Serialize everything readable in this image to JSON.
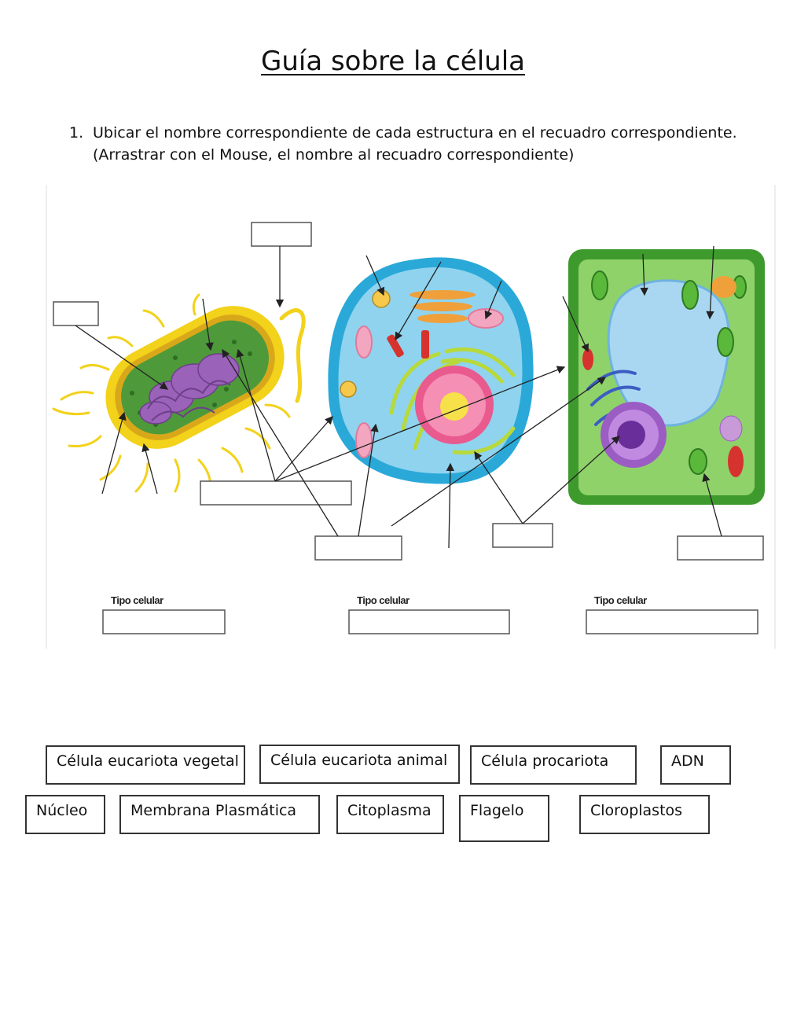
{
  "page": {
    "title": "Guía sobre la célula",
    "instruction": {
      "number": "1.",
      "line1": "Ubicar el nombre correspondiente de cada estructura en el recuadro correspondiente.",
      "line2": "(Arrastrar con el Mouse, el nombre al recuadro correspondiente)"
    }
  },
  "diagram": {
    "cell_type_labels": [
      "Tipo celular",
      "Tipo celular",
      "Tipo celular"
    ]
  },
  "word_bank": [
    {
      "id": "vegetal",
      "label": "Célula eucariota vegetal"
    },
    {
      "id": "animal",
      "label": "Célula eucariota animal"
    },
    {
      "id": "procariota",
      "label": "Célula procariota"
    },
    {
      "id": "adn",
      "label": "ADN"
    },
    {
      "id": "nucleo",
      "label": "Núcleo"
    },
    {
      "id": "membrana",
      "label": "Membrana Plasmática"
    },
    {
      "id": "citoplasma",
      "label": "Citoplasma"
    },
    {
      "id": "flagelo",
      "label": "Flagelo"
    },
    {
      "id": "cloroplastos",
      "label": "Cloroplastos"
    }
  ],
  "colors": {
    "bacteria_capsule": "#f2d21b",
    "bacteria_inner": "#4e9a3a",
    "dna": "#9a62b8",
    "animal_membrane": "#2aa9d8",
    "animal_cytoplasm": "#8fd3ef",
    "animal_nucleus": "#e95a8f",
    "plant_wall": "#3f9a2e",
    "plant_cytoplasm": "#8fd26a",
    "plant_vacuole": "#a9d7f2",
    "plant_nucleus": "#9b5cc4"
  }
}
